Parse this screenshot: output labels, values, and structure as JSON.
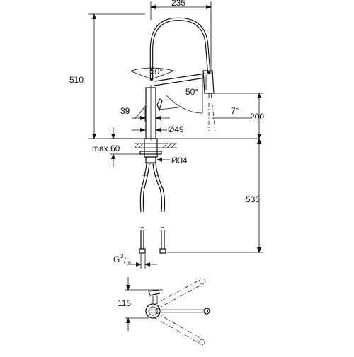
{
  "dimensions": {
    "width_top": "235",
    "height_total": "510",
    "angle_swivel": "50°",
    "angle_head": "50°",
    "angle_spray": "7°",
    "spout_height": "200",
    "lever_offset": "39",
    "body_diameter": "Ø49",
    "deck_thickness": "max.60",
    "hole_diameter": "Ø34",
    "hose_length": "535",
    "connection_prefix": "G",
    "connection_fraction_num": "3",
    "connection_fraction_den": "8",
    "lever_clearance": "115"
  },
  "colors": {
    "line": "#111111",
    "background": "#ffffff"
  }
}
